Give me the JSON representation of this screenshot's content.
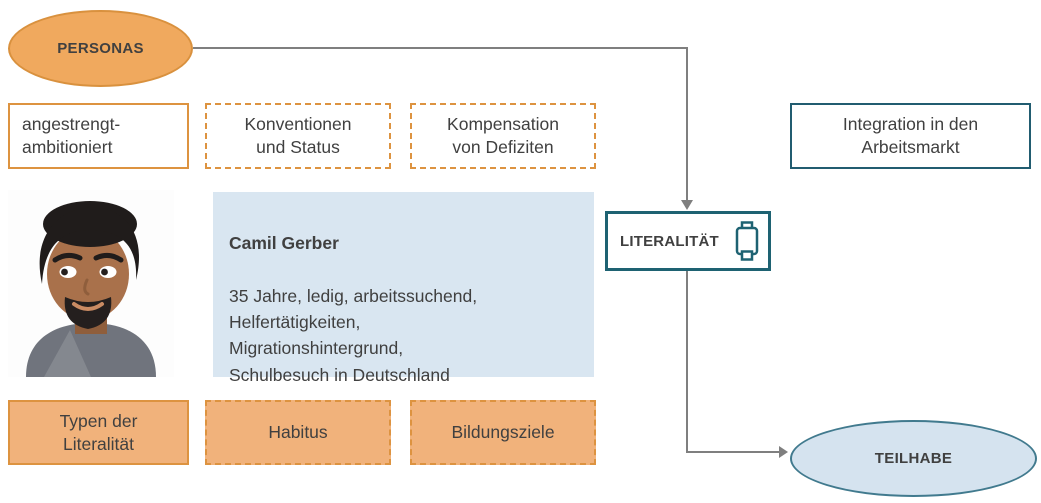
{
  "personas": {
    "label": "PERSONAS"
  },
  "top_row": [
    {
      "label": "angestrengt-\nambitioniert"
    },
    {
      "label": "Konventionen\nund Status"
    },
    {
      "label": "Kompensation\nvon Defiziten"
    }
  ],
  "integration": {
    "label": "Integration in den\nArbeitsmarkt"
  },
  "persona_card": {
    "name": "Camil Gerber",
    "details": "35 Jahre, ledig, arbeitssuchend,\nHelfertätigkeiten,\nMigrationshintergrund,\nSchulbesuch in Deutschland"
  },
  "literalitaet": {
    "label": "LITERALITÄT",
    "icon": "banner-icon"
  },
  "bottom_row": [
    {
      "label": "Typen der\nLiteralität"
    },
    {
      "label": "Habitus"
    },
    {
      "label": "Bildungsziele"
    }
  ],
  "teilhabe": {
    "label": "TEILHABE"
  },
  "colors": {
    "orange_fill": "#F0A95E",
    "orange_border": "#DD9340",
    "orange_light_fill": "#F1B27B",
    "teal_border": "#1E6272",
    "dark_blue_border": "#215C70",
    "light_blue_fill": "#D9E6F1",
    "teilhabe_fill": "#D5E3EF",
    "text": "#404040",
    "connector": "#7F7F7F"
  }
}
